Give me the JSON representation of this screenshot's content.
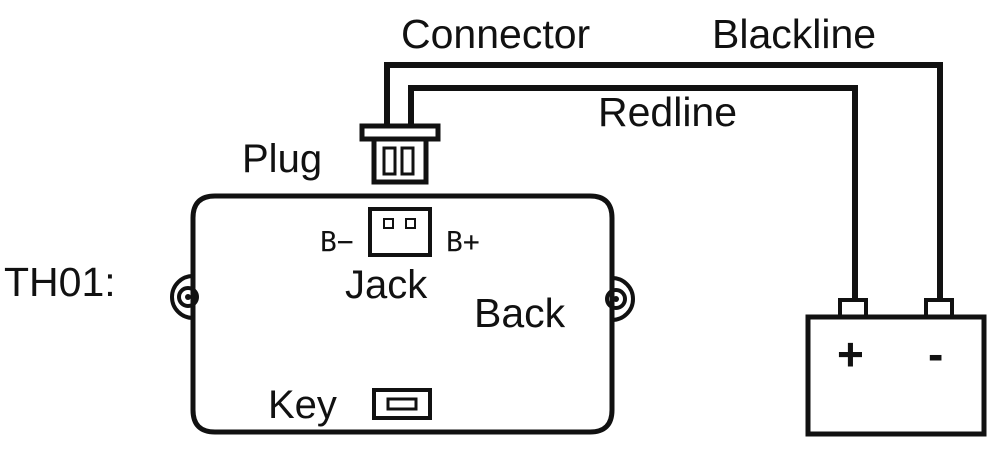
{
  "labels": {
    "connector": "Connector",
    "blackline": "Blackline",
    "redline": "Redline",
    "plug": "Plug",
    "device_name": "TH01:",
    "b_minus": "B−",
    "b_plus": "B+",
    "jack": "Jack",
    "back": "Back",
    "key": "Key",
    "battery_plus": "+",
    "battery_minus": "-"
  },
  "colors": {
    "ink": "#111111",
    "background": "#ffffff"
  }
}
